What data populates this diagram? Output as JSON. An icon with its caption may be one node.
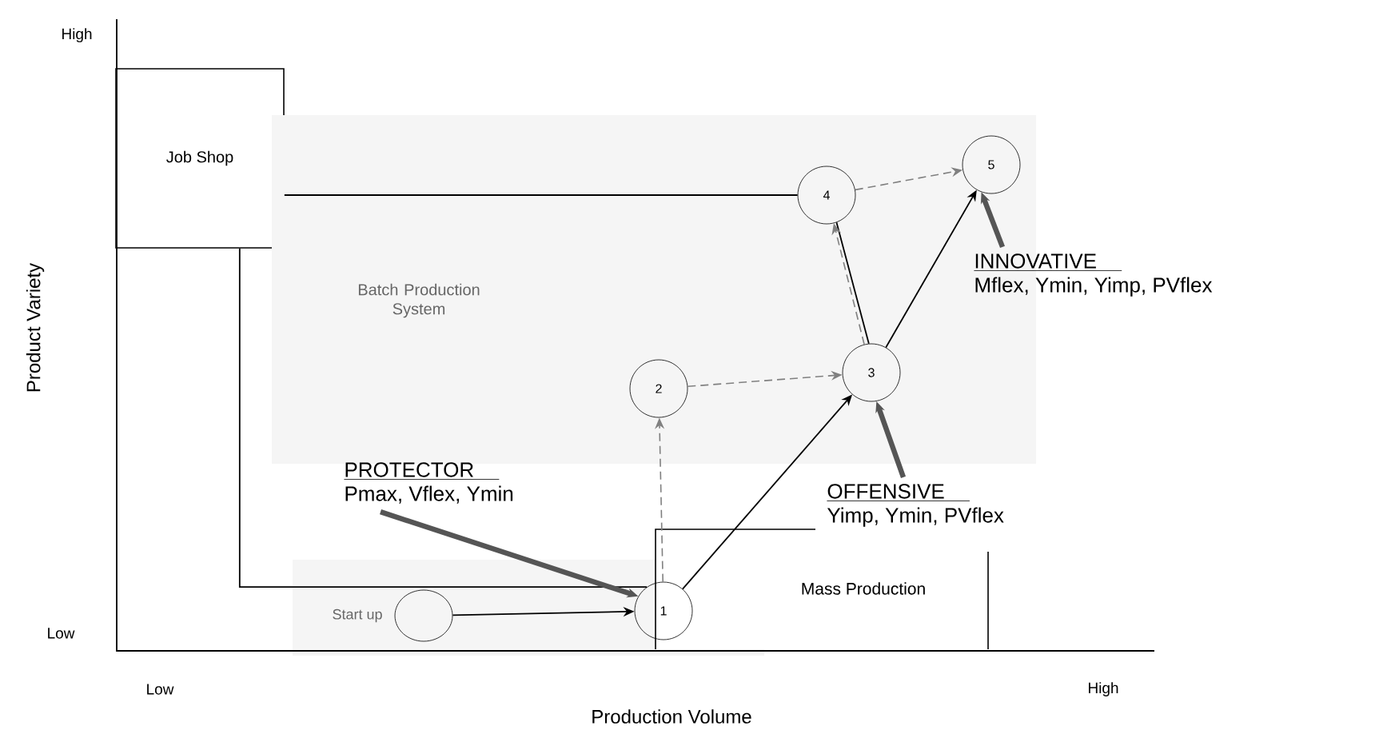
{
  "diagram": {
    "nodes": [
      {
        "text": [
          "Job Shop"
        ]
      },
      {
        "text": [
          "Batch Production System"
        ]
      },
      {
        "text": [
          "Mass Production"
        ]
      },
      {
        "text": [],
        "shape": "circle",
        "beside": [
          "Start up"
        ]
      },
      {
        "text": [
          "1"
        ]
      },
      {
        "text": [
          "2"
        ],
        "in": 1
      },
      {
        "text": [
          "3"
        ],
        "in": 1
      },
      {
        "text": [
          "4"
        ],
        "in": 1
      },
      {
        "text": [
          "5"
        ],
        "in": 1
      },
      {
        "text": [
          "PROTECTOR",
          "Pmax, Vflex, Ymin"
        ]
      },
      {
        "text": [
          "OFFENSIVE",
          "Yimp, Ymin, PVflex"
        ]
      },
      {
        "text": [
          "INNOVATIVE",
          "Mflex, Ymin, Yimp, PVflex"
        ]
      }
    ],
    "edges": [
      {
        "from": 3,
        "to": 4,
        "arrow": "to"
      },
      {
        "from": 4,
        "to": 6,
        "arrow": "to"
      },
      {
        "from": 6,
        "to": 8,
        "arrow": "to"
      },
      {
        "from": 0,
        "to": 7,
        "arrow": "none"
      },
      {
        "from": 7,
        "to": 6,
        "arrow": "none"
      },
      {
        "from": 0,
        "to": 4,
        "arrow": "none"
      },
      {
        "from": 4,
        "to": 5,
        "arrow": "to",
        "style": "dashed",
        "color": "#808080"
      },
      {
        "from": 5,
        "to": 6,
        "arrow": "to",
        "style": "dashed",
        "color": "#808080"
      },
      {
        "from": 6,
        "to": 7,
        "arrow": "to",
        "style": "dashed",
        "color": "#808080"
      },
      {
        "from": 7,
        "to": 8,
        "arrow": "to",
        "style": "dashed",
        "color": "#808080"
      },
      {
        "from": 9,
        "to": 4,
        "arrow": "to",
        "style": "thick",
        "color": "#555555"
      },
      {
        "from": 10,
        "to": 6,
        "arrow": "to",
        "style": "thick",
        "color": "#555555"
      },
      {
        "from": 11,
        "to": 8,
        "arrow": "to",
        "style": "thick",
        "color": "#555555"
      }
    ],
    "labels": [
      "High",
      "Product Variety",
      "Low",
      "Low",
      "Production Volume",
      "High"
    ]
  }
}
